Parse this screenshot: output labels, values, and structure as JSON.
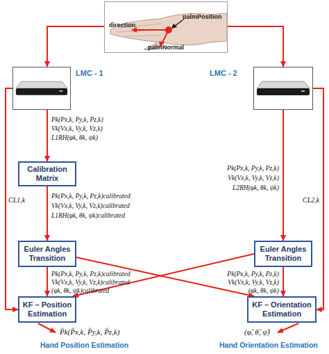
{
  "diagram": {
    "nodes": [
      {
        "text": [
          "direction",
          "palmPosition",
          "palmNormal"
        ]
      },
      {
        "text": [
          "LMC - 1"
        ]
      },
      {
        "text": [
          "LMC - 2"
        ]
      },
      {
        "text": [
          "Calibration Matrix"
        ]
      },
      {
        "text": [
          "Euler Angles Transition"
        ]
      },
      {
        "text": [
          "Euler Angles Transition"
        ]
      },
      {
        "text": [
          "KF – Position Estimation"
        ]
      },
      {
        "text": [
          "KF – Orientation Estimation"
        ]
      }
    ],
    "edges": [
      {
        "from": 0,
        "to": 1,
        "arrow": "to"
      },
      {
        "from": 0,
        "to": 2,
        "arrow": "to"
      },
      {
        "from": 1,
        "to": 3,
        "arrow": "to"
      },
      {
        "from": 1,
        "to": 6,
        "arrow": "to",
        "label": "CL1,k"
      },
      {
        "from": 3,
        "to": 4,
        "arrow": "to"
      },
      {
        "from": 4,
        "to": 6,
        "arrow": "to"
      },
      {
        "from": 4,
        "to": 7,
        "arrow": "to"
      },
      {
        "from": 2,
        "to": 5,
        "arrow": "to"
      },
      {
        "from": 2,
        "to": 7,
        "arrow": "to",
        "label": "CL2,k"
      },
      {
        "from": 5,
        "to": 7,
        "arrow": "to"
      },
      {
        "from": 5,
        "to": 6,
        "arrow": "to"
      }
    ],
    "labels": [
      "Pk(Px,k, Py,k, Pz,k)",
      "Vk(Vx,k, Vy,k, Vz,k)",
      "L1RH(φk, θk, ψk)",
      "Pk(Px,k, Py,k, Pz,k)calibrated",
      "Vk(Vx,k, Vy,k, Vz,k)calibrated",
      "L1RH(φk, θk, ψk)calibrated",
      "Pk(Px,k, Py,k, Pz,k)calibrated",
      "Vk(Vx,k, Vy,k, Vz,k)calibrated",
      "(φk, θk, ψk)calibrated",
      "Pk(Px,k, Py,k, Pz,k)",
      "Vk(Vx,k, Vy,k, Vz,k)",
      "L2RH(φk, θk, ψk)",
      "Pk(Px,k, Py,k, Pz,k)",
      "Vk(Vx,k, Vy,k, Vz,k)",
      "(φk, θk, ψk)",
      "P̂k(P̂x,k, P̂y,k, P̂z,k)",
      "Hand Position Estimation",
      "(φ̂, θ̂, ψ̂)",
      "Hand Orientation Estimation"
    ]
  }
}
